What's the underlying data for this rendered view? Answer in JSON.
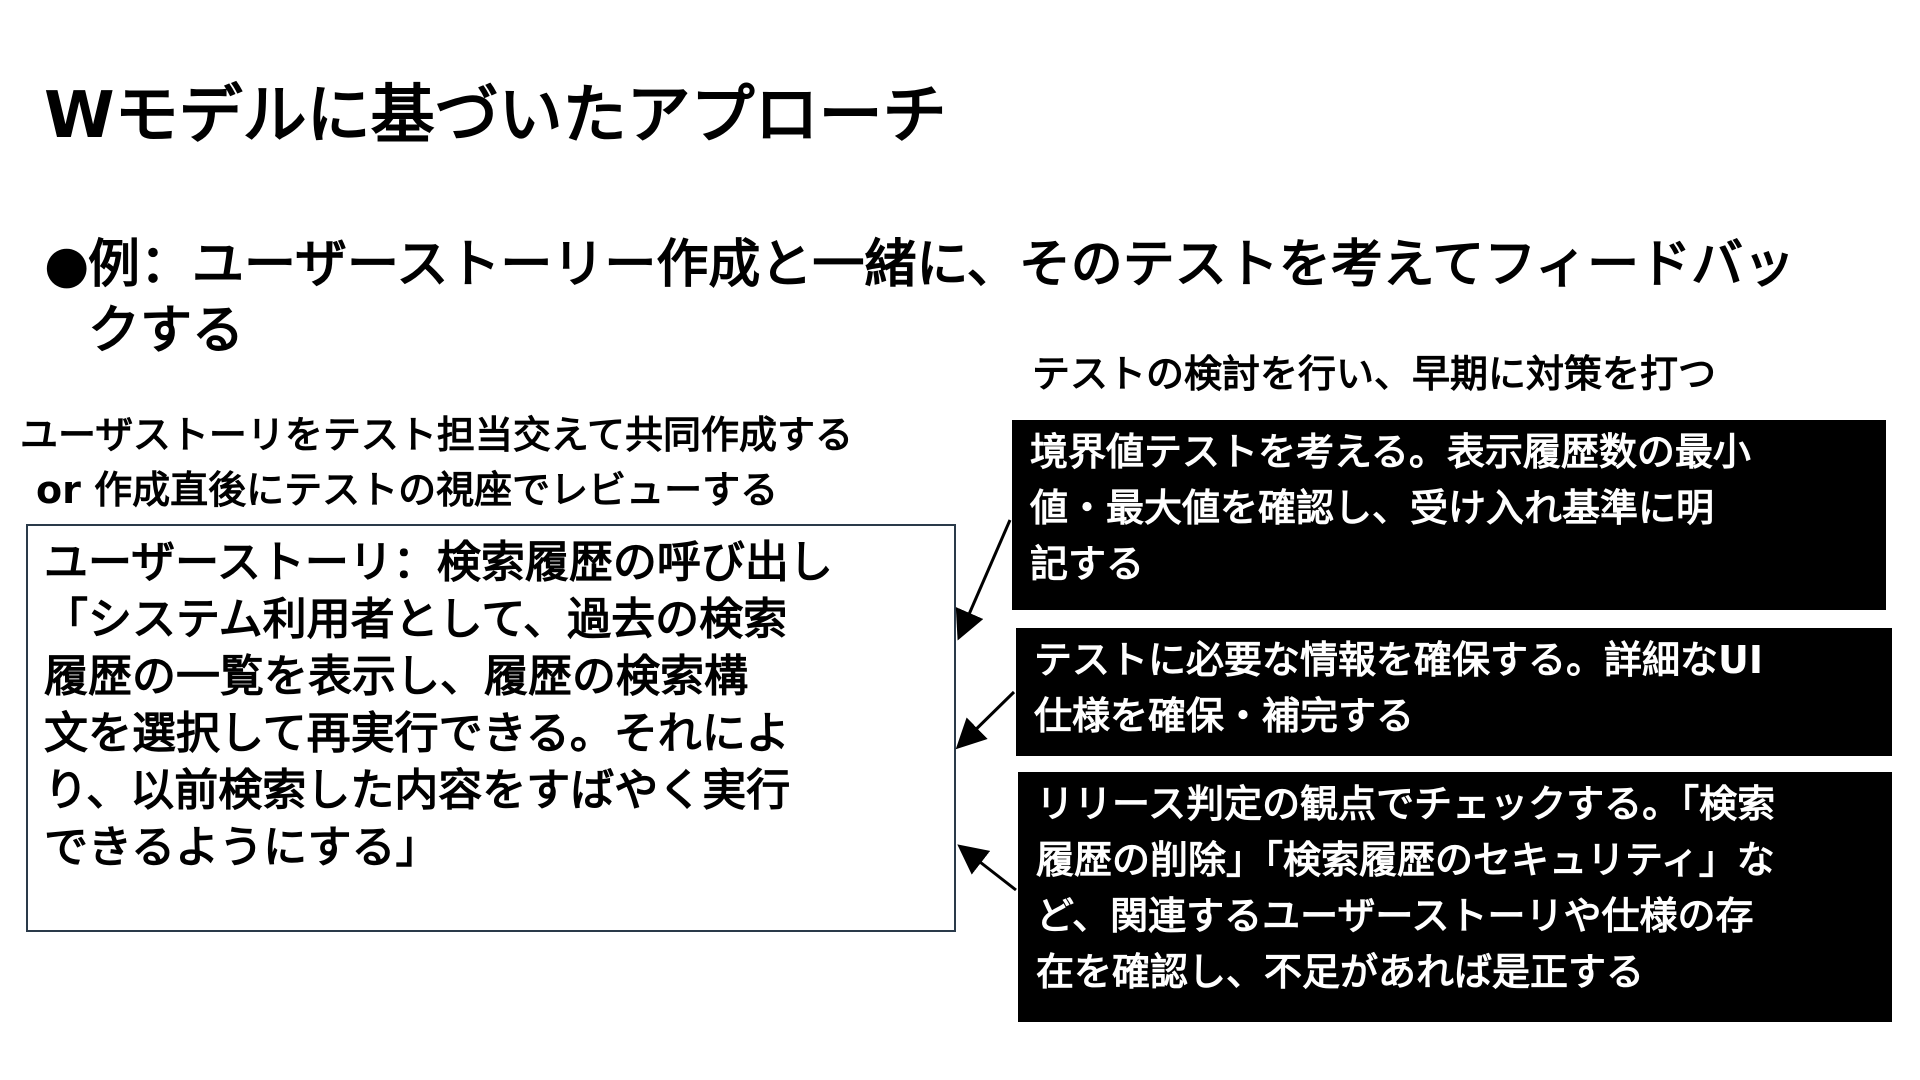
{
  "title": "Wモデルに基づいたアプローチ",
  "bullet": {
    "symbol": "●",
    "line1": "例：ユーザーストーリー作成と一緒に、そのテストを考えてフィードバッ",
    "line2": "クする"
  },
  "left_caption": {
    "line1": "ユーザストーリをテスト担当交えて共同作成する",
    "line2": "or 作成直後にテストの視座でレビューする"
  },
  "right_caption": "テストの検討を行い、早期に対策を打つ",
  "story": {
    "lines": [
      "ユーザーストーリ：検索履歴の呼び出し",
      "「システム利用者として、過去の検索",
      "履歴の一覧を表示し、履歴の検索構",
      "文を選択して再実行できる。それによ",
      "り、以前検索した内容をすばやく実行",
      "できるようにする」"
    ]
  },
  "boxes": [
    {
      "lines": [
        "境界値テストを考える。表示履歴数の最小",
        "値・最大値を確認し、受け入れ基準に明",
        "記する"
      ]
    },
    {
      "lines": [
        "テストに必要な情報を確保する。詳細なUI",
        "仕様を確保・補完する"
      ]
    },
    {
      "lines": [
        "リリース判定の観点でチェックする。「検索",
        "履歴の削除」「検索履歴のセキュリティ」な",
        "ど、関連するユーザーストーリや仕様の存",
        "在を確認し、不足があれば是正する"
      ]
    }
  ],
  "colors": {
    "background": "#ffffff",
    "text": "#000000",
    "box_fill": "#000000",
    "box_text": "#ffffff",
    "story_border": "#2a3a4a"
  }
}
